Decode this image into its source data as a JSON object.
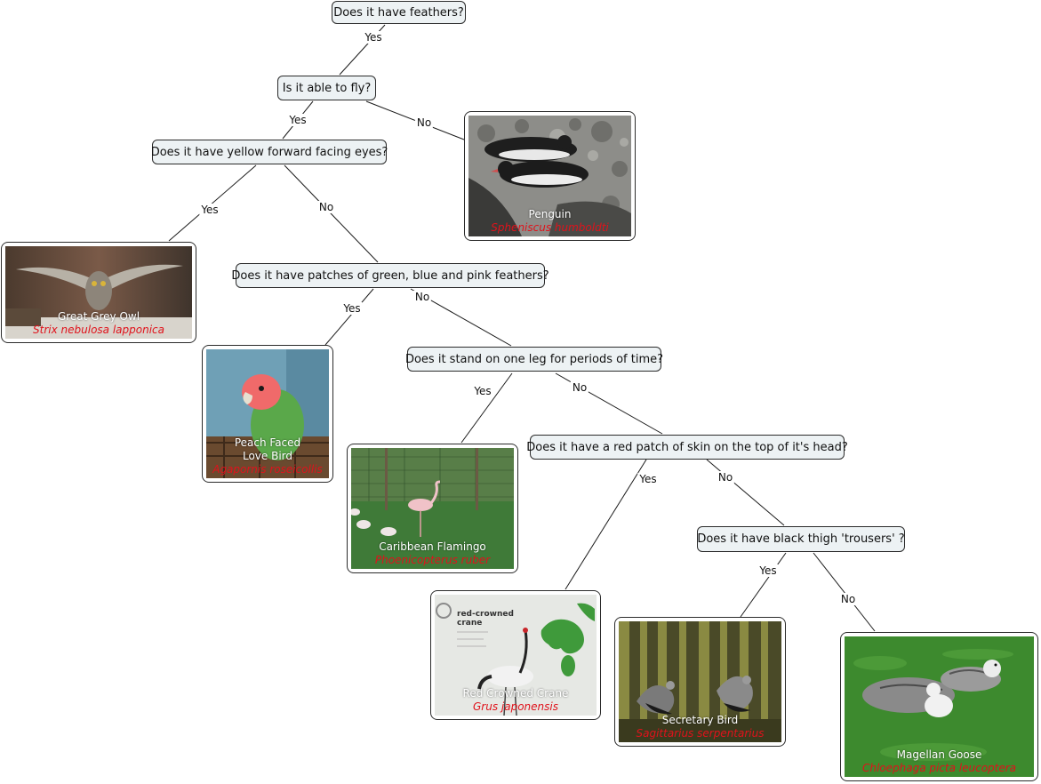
{
  "colors": {
    "question_fill": "#edf2f4",
    "border": "#2b2b2b",
    "edge": "#1a1a1a",
    "common_name": "#ffffff",
    "scientific_name": "#e0121b"
  },
  "questions": {
    "feathers": "Does it have feathers?",
    "fly": "Is it able to fly?",
    "yellow_eyes": "Does it have yellow forward facing eyes?",
    "patches": "Does it have patches of green, blue and pink feathers?",
    "one_leg": "Does it stand on one leg for periods of time?",
    "red_patch": "Does it have a red patch of skin on the top of it's head?",
    "trousers": "Does it have black thigh 'trousers' ?"
  },
  "edge_labels": {
    "yes": "Yes",
    "no": "No"
  },
  "animals": {
    "penguin": {
      "common": "Penguin",
      "scientific": "Spheniscus humboldti",
      "icon": "penguin-photo"
    },
    "owl": {
      "common": "Great Grey Owl",
      "scientific": "Strix nebulosa lapponica",
      "icon": "owl-photo"
    },
    "lovebird": {
      "common_line1": "Peach Faced",
      "common_line2": "Love Bird",
      "scientific": "Agapornis roseicollis",
      "icon": "lovebird-photo"
    },
    "flamingo": {
      "common": "Caribbean Flamingo",
      "scientific": "Phoenicopterus ruber",
      "icon": "flamingo-photo"
    },
    "crane": {
      "common": "Red Crowned Crane",
      "scientific": "Grus japonensis",
      "icon": "crane-photo",
      "sign_title_1": "red-crowned",
      "sign_title_2": "crane"
    },
    "secretary": {
      "common": "Secretary Bird",
      "scientific": "Sagittarius serpentarius",
      "icon": "secretary-bird-photo"
    },
    "goose": {
      "common": "Magellan Goose",
      "scientific": "Chloephaga picta leucoptera",
      "icon": "goose-photo"
    }
  }
}
